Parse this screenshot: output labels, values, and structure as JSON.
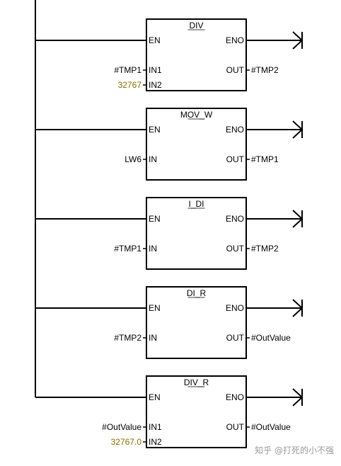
{
  "blocks": [
    {
      "title": "DIV",
      "inputs": [
        {
          "pin": "EN",
          "operand": ""
        },
        {
          "pin": "IN1",
          "operand": "#TMP1"
        },
        {
          "pin": "IN2",
          "operand": "32767",
          "constant": true
        }
      ],
      "outputs": [
        {
          "pin": "ENO",
          "operand": ""
        },
        {
          "pin": "OUT",
          "operand": "#TMP2"
        }
      ]
    },
    {
      "title": "MOV_W",
      "inputs": [
        {
          "pin": "EN",
          "operand": ""
        },
        {
          "pin": "IN",
          "operand": "LW6"
        }
      ],
      "outputs": [
        {
          "pin": "ENO",
          "operand": ""
        },
        {
          "pin": "OUT",
          "operand": "#TMP1"
        }
      ]
    },
    {
      "title": "I_DI",
      "inputs": [
        {
          "pin": "EN",
          "operand": ""
        },
        {
          "pin": "IN",
          "operand": "#TMP1"
        }
      ],
      "outputs": [
        {
          "pin": "ENO",
          "operand": ""
        },
        {
          "pin": "OUT",
          "operand": "#TMP2"
        }
      ]
    },
    {
      "title": "DI_R",
      "inputs": [
        {
          "pin": "EN",
          "operand": ""
        },
        {
          "pin": "IN",
          "operand": "#TMP2"
        }
      ],
      "outputs": [
        {
          "pin": "ENO",
          "operand": ""
        },
        {
          "pin": "OUT",
          "operand": "#OutValue"
        }
      ]
    },
    {
      "title": "DIV_R",
      "inputs": [
        {
          "pin": "EN",
          "operand": ""
        },
        {
          "pin": "IN1",
          "operand": "#OutValue"
        },
        {
          "pin": "IN2",
          "operand": "32767.0",
          "constant": true
        }
      ],
      "outputs": [
        {
          "pin": "ENO",
          "operand": ""
        },
        {
          "pin": "OUT",
          "operand": "#OutValue"
        }
      ]
    }
  ],
  "watermark": "知乎 @打死的小不强",
  "colors": {
    "line": "#000000",
    "constant_operand": "#8a6d00",
    "watermark": "#9a9a9a",
    "background": "#ffffff"
  }
}
